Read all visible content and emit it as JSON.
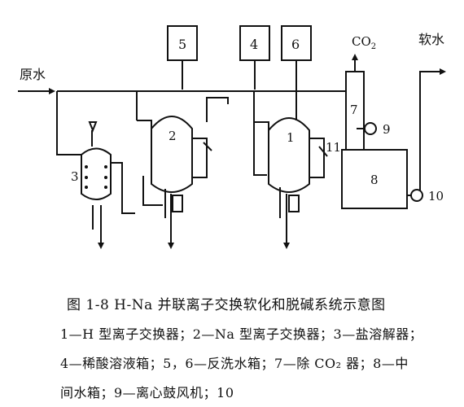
{
  "labels": {
    "raw_water": "原水",
    "soft_water": "软水",
    "co2": "CO",
    "co2_sub": "2",
    "box5": "5",
    "box4": "4",
    "box6": "6",
    "n1": "1",
    "n2": "2",
    "n3": "3",
    "n7": "7",
    "n8": "8",
    "n9": "9",
    "n10": "10",
    "n11": "11"
  },
  "caption": {
    "title": "图 1-8   H-Na 并联离子交换软化和脱碱系统示意图",
    "line1": "1—H 型离子交换器；2—Na 型离子交换器；3—盐溶解器；",
    "line2": "4—稀酸溶液箱；5，6—反洗水箱；7—除 CO₂ 器；8—中",
    "line3": "间水箱；9—离心鼓风机；10"
  }
}
